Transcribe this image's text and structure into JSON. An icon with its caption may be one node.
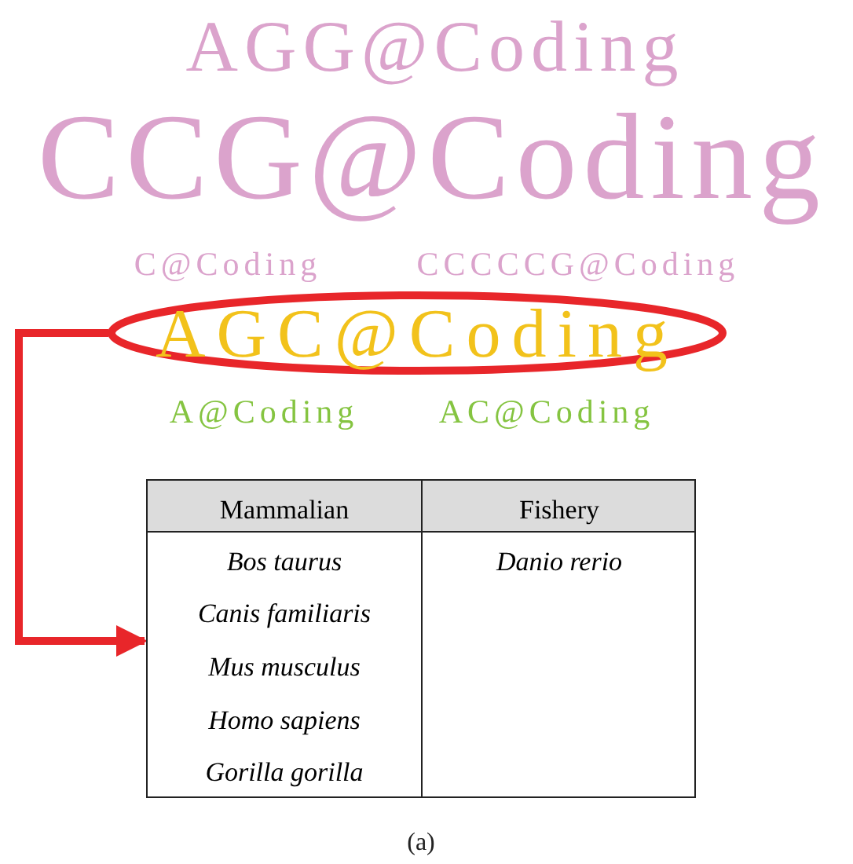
{
  "diagram": {
    "nodes": [
      {
        "text": [
          "AGC@Coding"
        ]
      },
      {
        "text": [
          "Mammalian",
          "Fishery",
          "Bos taurus",
          "Canis familiaris",
          "Mus musculus",
          "Homo sapiens",
          "Gorilla gorilla",
          "Danio rerio"
        ]
      }
    ],
    "edges": [
      {
        "from": 0,
        "to": 1,
        "arrow": "to"
      }
    ],
    "labels": [
      "AGG@Coding",
      "CCG@Coding",
      "C@Coding",
      "CCCCCG@Coding",
      "A@Coding",
      "AC@Coding",
      "(a)"
    ]
  }
}
